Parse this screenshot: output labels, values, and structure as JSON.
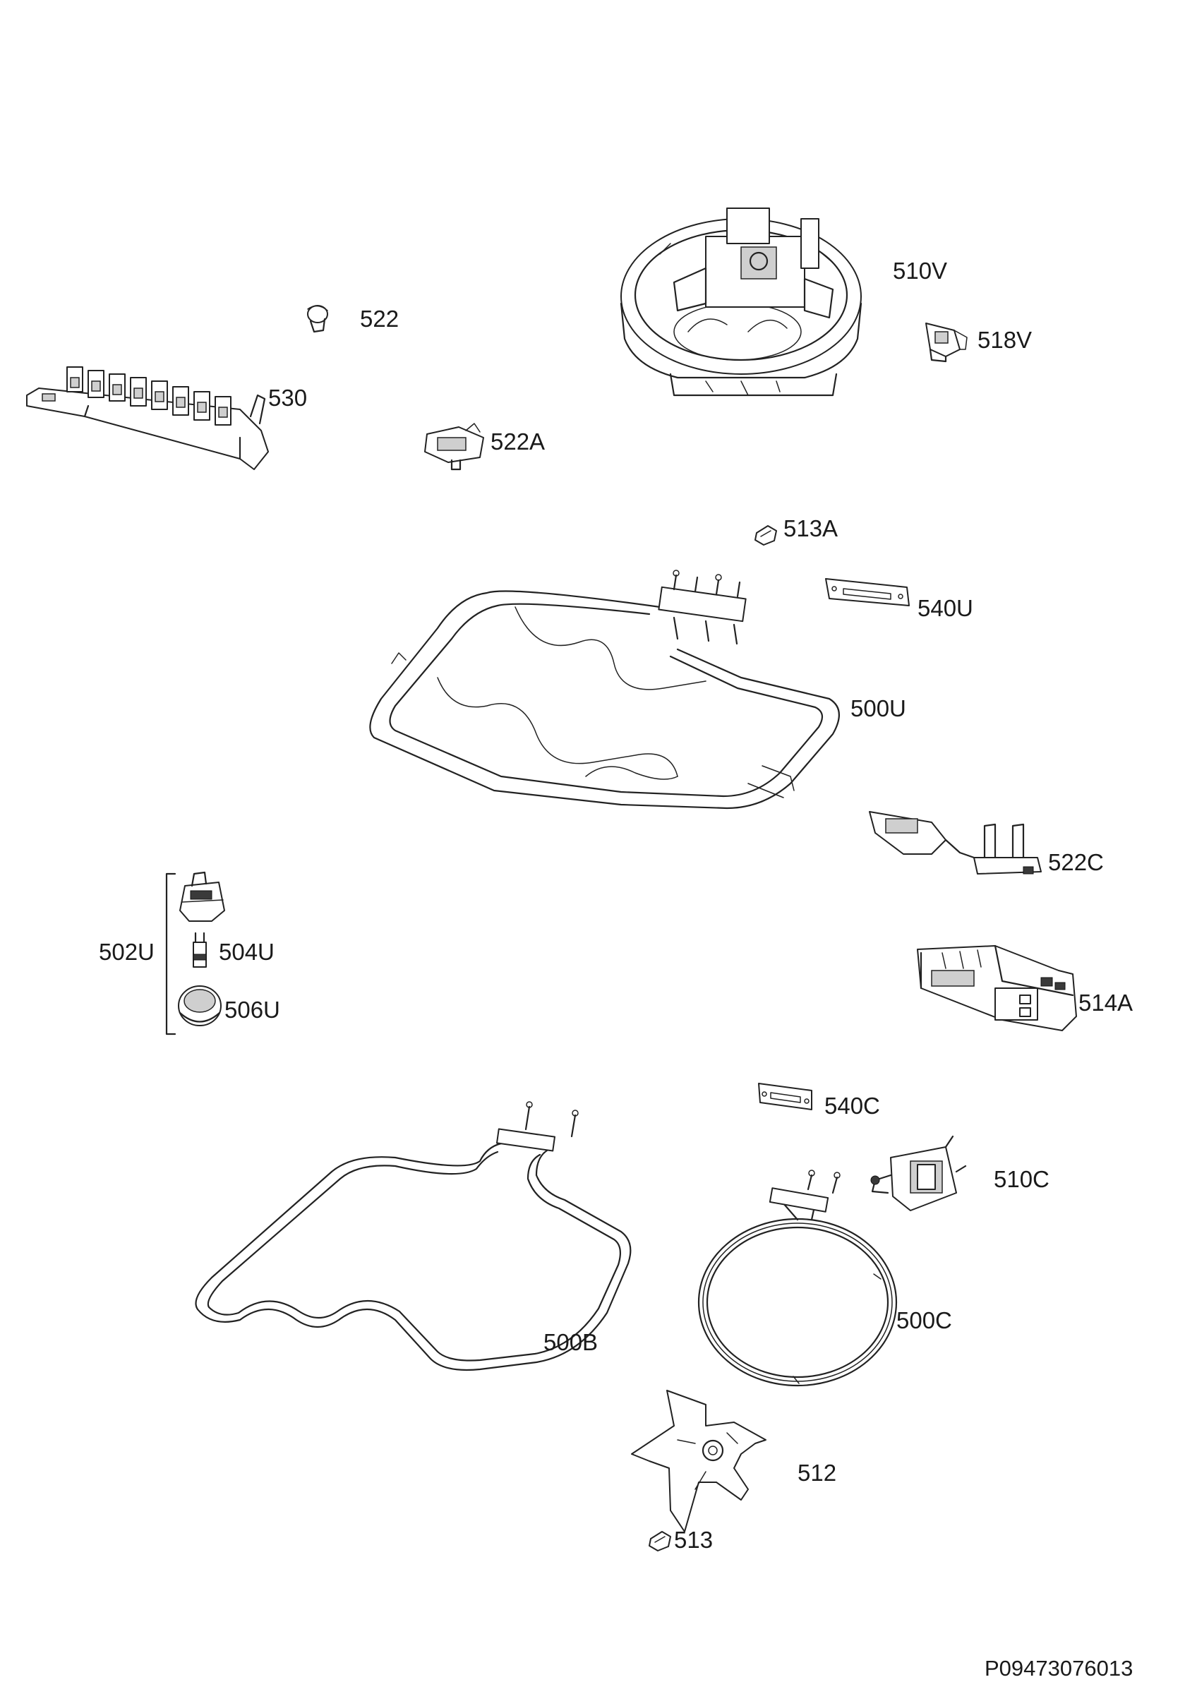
{
  "parts": {
    "p510V": "510V",
    "p522": "522",
    "p518V": "518V",
    "p530": "530",
    "p522A": "522A",
    "p513A": "513A",
    "p540U": "540U",
    "p500U": "500U",
    "p522C": "522C",
    "p502U": "502U",
    "p504U": "504U",
    "p506U": "506U",
    "p514A": "514A",
    "p540C": "540C",
    "p510C": "510C",
    "p500C": "500C",
    "p500B": "500B",
    "p512": "512",
    "p513": "513"
  },
  "drawing_code": "P09473076013"
}
